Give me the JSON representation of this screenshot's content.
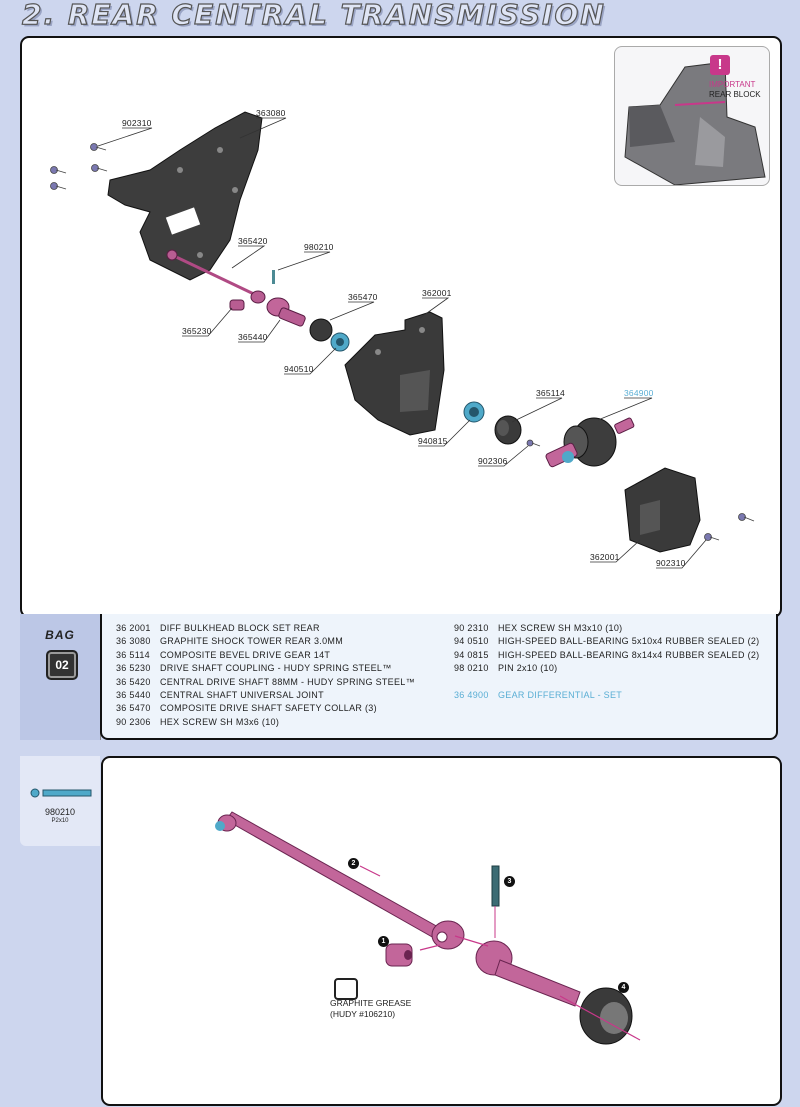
{
  "page": {
    "title": "2. REAR CENTRAL TRANSMISSION"
  },
  "inset": {
    "mark": "!",
    "line1": "IMPORTANT",
    "line2": "REAR BLOCK"
  },
  "callouts": {
    "c902310a": "902310",
    "c363080": "363080",
    "c365420": "365420",
    "c980210": "980210",
    "c365470": "365470",
    "c362001a": "362001",
    "c365230": "365230",
    "c365440": "365440",
    "c940510": "940510",
    "c365114": "365114",
    "c364900": "364900",
    "c940815": "940815",
    "c902306": "902306",
    "c362001b": "362001",
    "c902310b": "902310"
  },
  "bag": {
    "label": "BAG",
    "number": "02"
  },
  "parts_left": [
    {
      "code": "36 2001",
      "desc": "DIFF BULKHEAD BLOCK SET REAR"
    },
    {
      "code": "36 3080",
      "desc": "GRAPHITE SHOCK TOWER REAR 3.0MM"
    },
    {
      "code": "36 5114",
      "desc": "COMPOSITE BEVEL DRIVE GEAR 14T"
    },
    {
      "code": "36 5230",
      "desc": "DRIVE SHAFT COUPLING  - HUDY SPRING STEEL™"
    },
    {
      "code": "36 5420",
      "desc": "CENTRAL DRIVE SHAFT 88MM - HUDY SPRING STEEL™"
    },
    {
      "code": "36 5440",
      "desc": "CENTRAL SHAFT UNIVERSAL JOINT"
    },
    {
      "code": "36 5470",
      "desc": "COMPOSITE DRIVE SHAFT SAFETY COLLAR (3)"
    },
    {
      "code": "90 2306",
      "desc": "HEX SCREW SH M3x6  (10)"
    }
  ],
  "parts_right": [
    {
      "code": "90 2310",
      "desc": "HEX SCREW  SH M3x10  (10)"
    },
    {
      "code": "94 0510",
      "desc": "HIGH-SPEED BALL-BEARING 5x10x4 RUBBER SEALED  (2)"
    },
    {
      "code": "94 0815",
      "desc": "HIGH-SPEED BALL-BEARING 8x14x4 RUBBER SEALED  (2)"
    },
    {
      "code": "98 0210",
      "desc": "PIN 2x10  (10)"
    },
    {
      "code": "",
      "desc": ""
    },
    {
      "code": "36 4900",
      "desc": "GEAR DIFFERENTIAL - SET"
    }
  ],
  "pin_card": {
    "code": "980210",
    "size": "P2x10"
  },
  "grease": {
    "line1": "GRAPHITE GREASE",
    "line2": "(HUDY #106210)"
  },
  "steps": [
    "1",
    "2",
    "3",
    "4"
  ],
  "colors": {
    "part_pink": "#c2669a",
    "part_gray": "#3a3a3a",
    "bearing_teal": "#4fa9c9",
    "accent_blue": "#5aaed4",
    "accent_magenta": "#c8388a"
  }
}
